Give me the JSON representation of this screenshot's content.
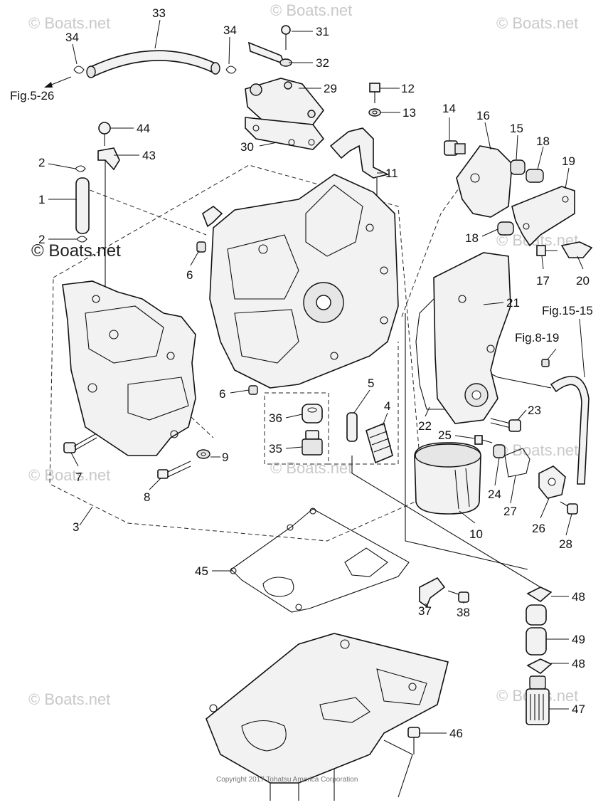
{
  "watermark": "© Boats.net",
  "copyright": "Copyright 2017 Tohatsu America Corporation",
  "figure_refs": {
    "fig_5_26": "Fig.5-26",
    "fig_8_19": "Fig.8-19",
    "fig_15_15": "Fig.15-15"
  },
  "callouts": {
    "c1": "1",
    "c2a": "2",
    "c2b": "2",
    "c3": "3",
    "c4": "4",
    "c5": "5",
    "c6a": "6",
    "c6b": "6",
    "c7": "7",
    "c8": "8",
    "c9": "9",
    "c10": "10",
    "c11": "11",
    "c12": "12",
    "c13": "13",
    "c14": "14",
    "c15": "15",
    "c16": "16",
    "c17": "17",
    "c18a": "18",
    "c18b": "18",
    "c19": "19",
    "c20": "20",
    "c21": "21",
    "c22": "22",
    "c23": "23",
    "c24": "24",
    "c25": "25",
    "c26": "26",
    "c27": "27",
    "c28": "28",
    "c29": "29",
    "c30": "30",
    "c31": "31",
    "c32": "32",
    "c33": "33",
    "c34a": "34",
    "c34b": "34",
    "c35": "35",
    "c36": "36",
    "c37": "37",
    "c38": "38",
    "c43": "43",
    "c44": "44",
    "c45": "45",
    "c46": "46",
    "c47": "47",
    "c48a": "48",
    "c48b": "48",
    "c49": "49"
  }
}
